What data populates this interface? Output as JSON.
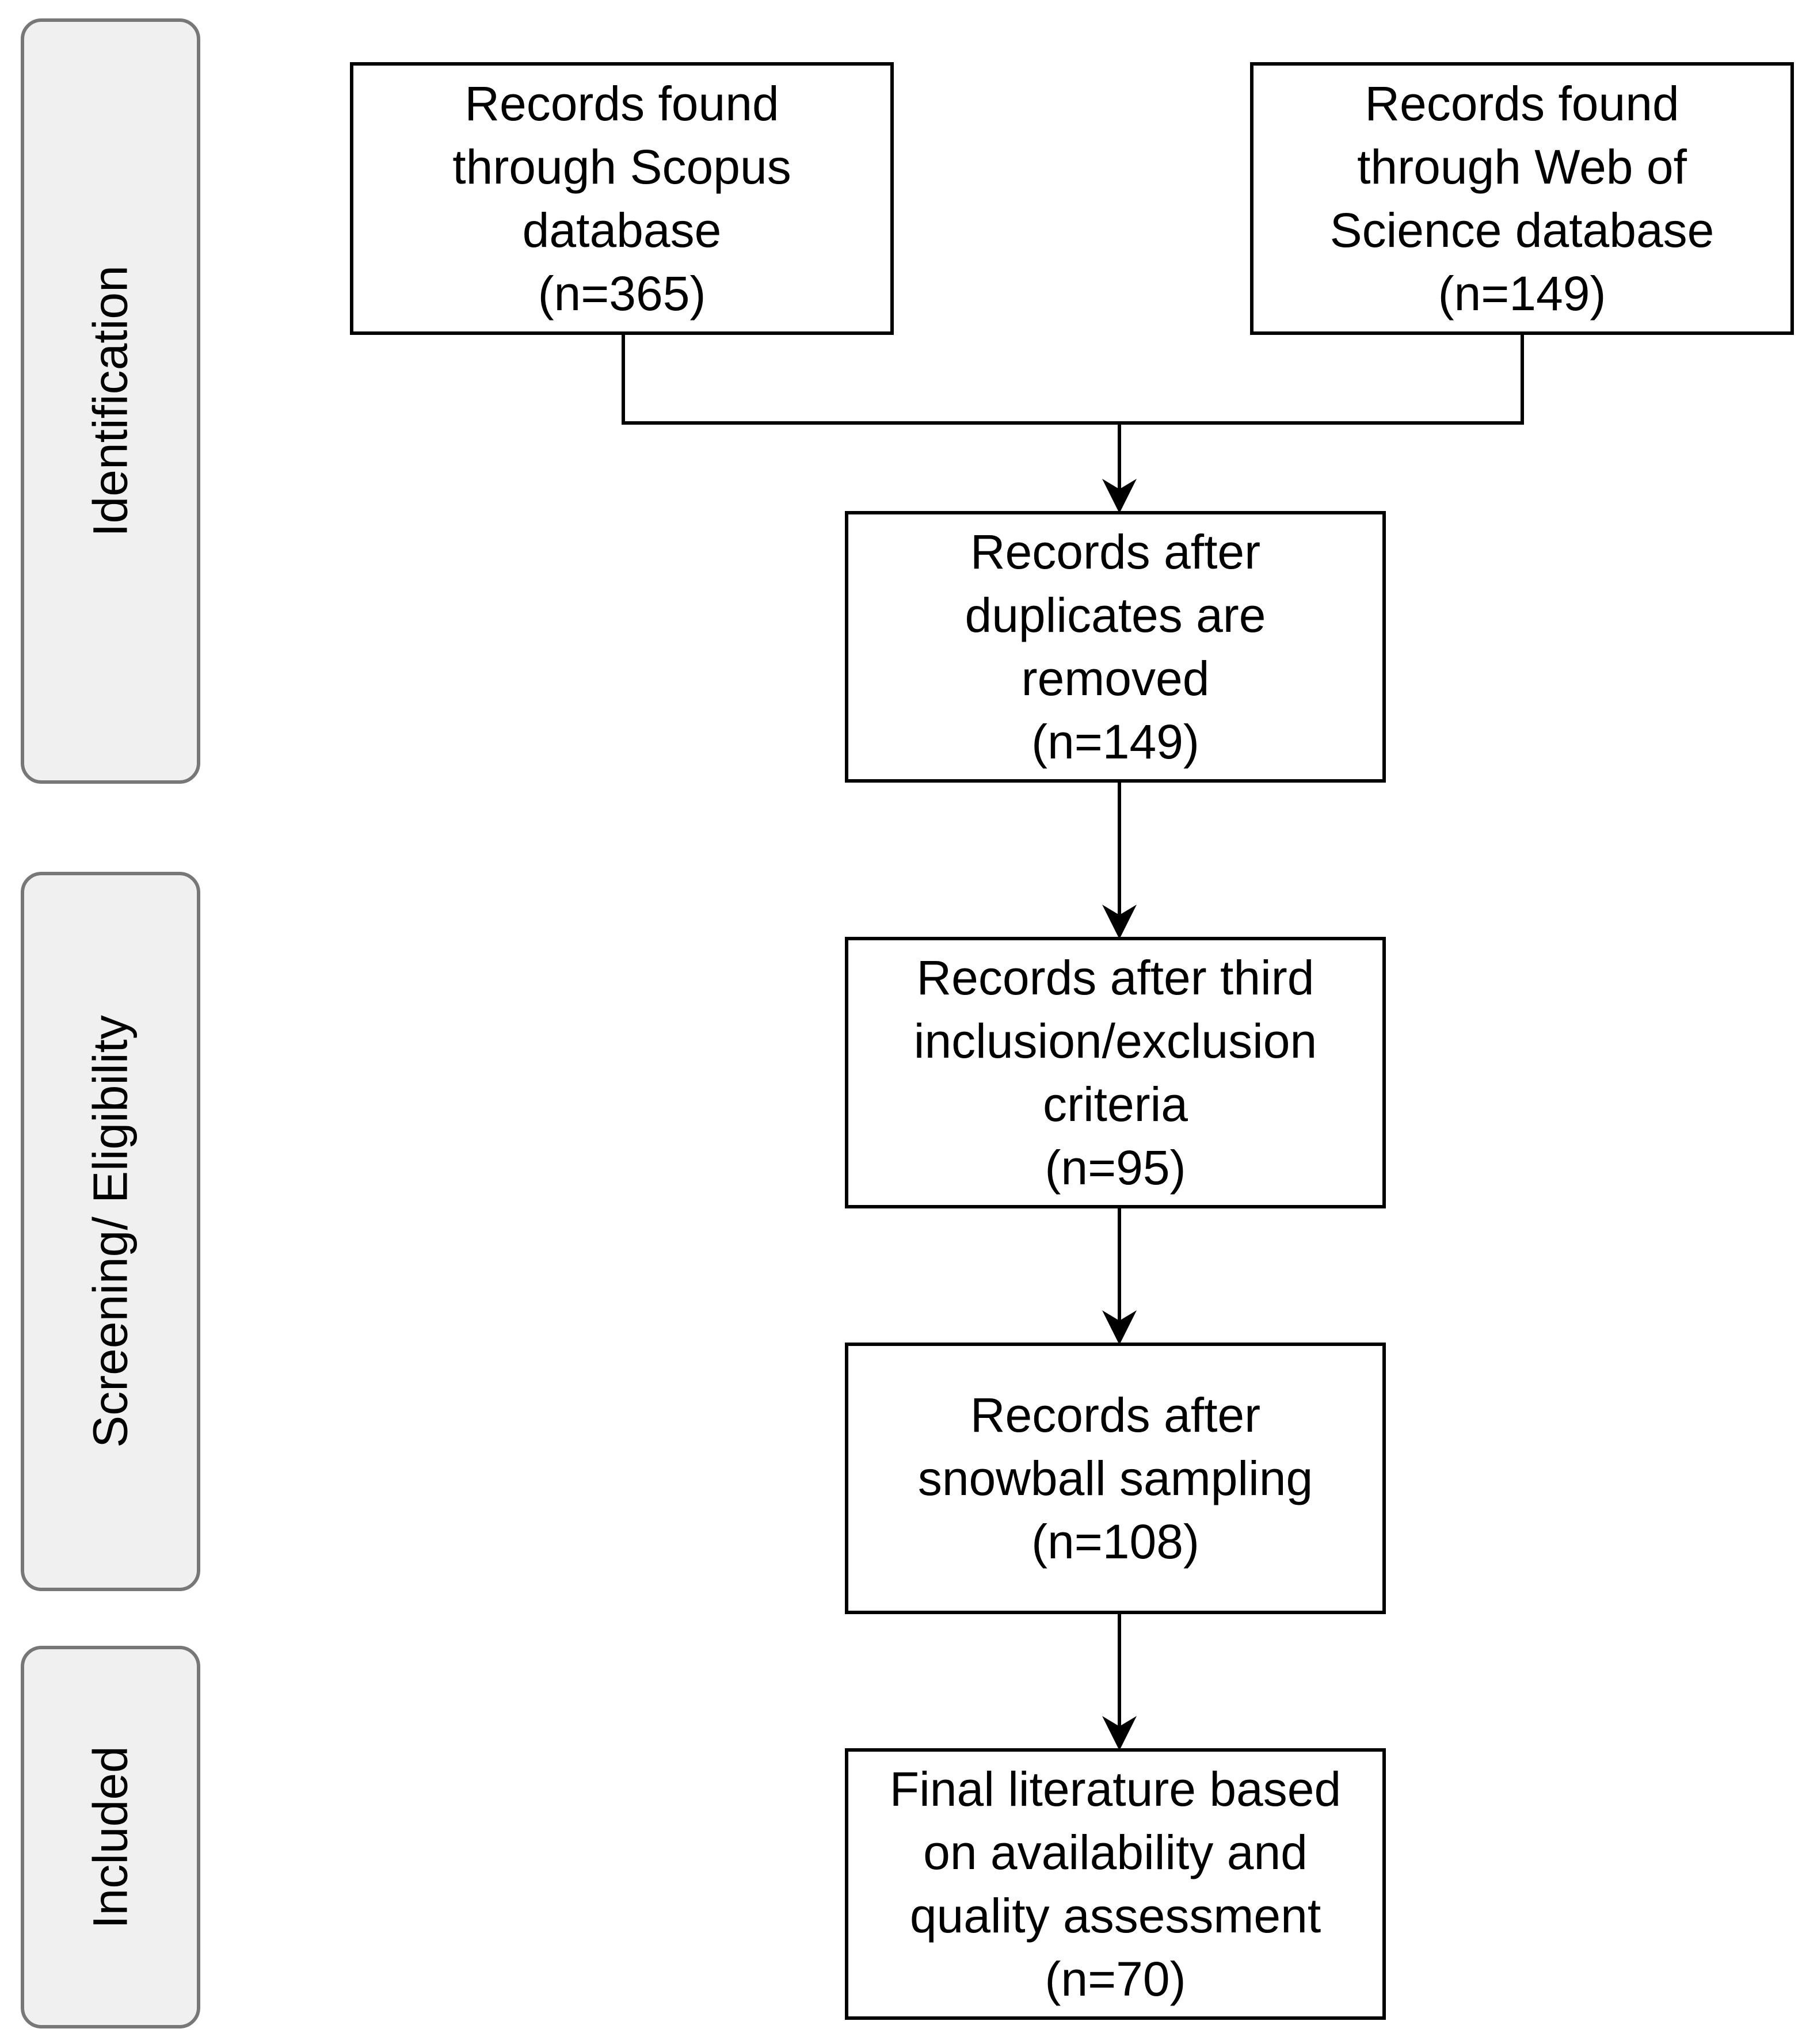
{
  "phases": {
    "identification": "Identification",
    "screening": "Screening/ Eligibility",
    "included": "Included"
  },
  "boxes": {
    "scopus": {
      "lines": [
        "Records found",
        "through Scopus",
        "database",
        "(n=365)"
      ]
    },
    "wos": {
      "lines": [
        "Records found",
        "through Web of",
        "Science database",
        "(n=149)"
      ]
    },
    "duplicates": {
      "lines": [
        "Records after",
        "duplicates are",
        "removed",
        "(n=149)"
      ]
    },
    "criteria": {
      "lines": [
        "Records after third",
        "inclusion/exclusion",
        "criteria",
        "(n=95)"
      ]
    },
    "snowball": {
      "lines": [
        "Records after",
        "snowball sampling",
        "(n=108)"
      ]
    },
    "final": {
      "lines": [
        "Final literature based",
        "on availability and",
        "quality assessment",
        "(n=70)"
      ]
    }
  },
  "colors": {
    "box_border": "#000000",
    "phase_border": "#777777",
    "phase_fill": "#f0f0f0",
    "arrow": "#000000"
  }
}
